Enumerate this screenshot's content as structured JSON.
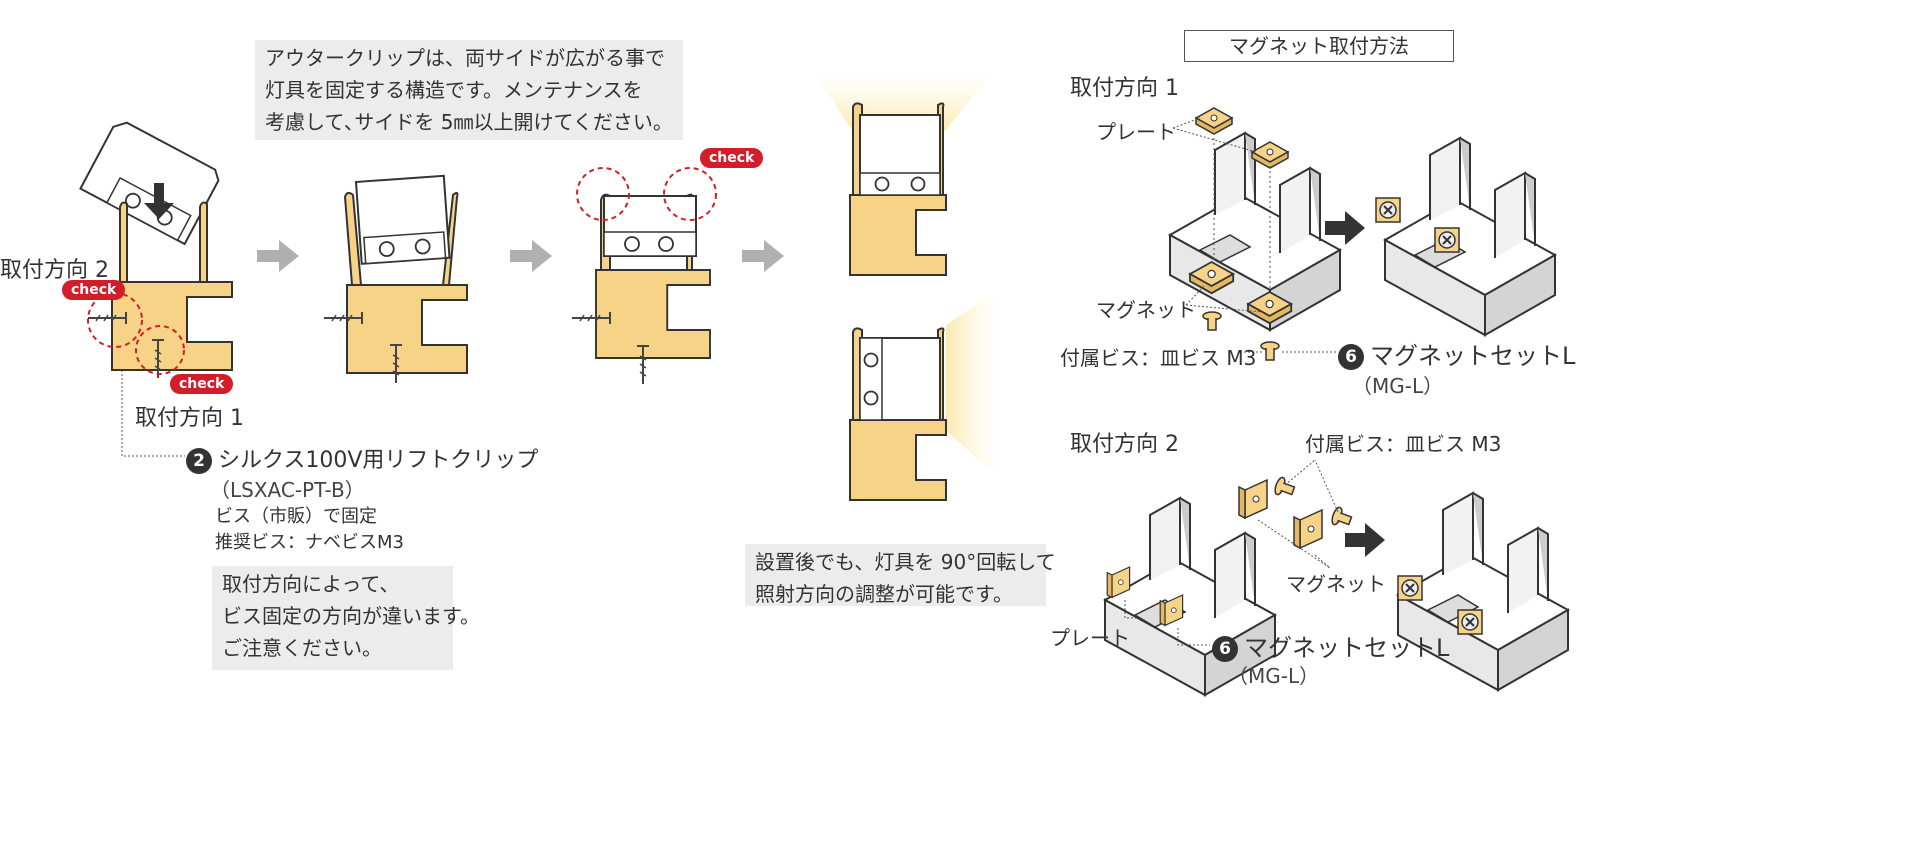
{
  "notes": {
    "clip_note": [
      "アウタークリップは、両サイドが広がる事で",
      "灯具を固定する構造です。メンテナンスを",
      "考慮して､サイドを 5㎜以上開けてください。"
    ],
    "rotate_note": [
      "設置後でも、灯具を 90°回転して",
      "照射方向の調整が可能です。"
    ],
    "direction_note": [
      "取付方向によって、",
      "ビス固定の方向が違います。",
      "ご注意ください。"
    ]
  },
  "labels": {
    "direction_2": "取付方向 2",
    "direction_1": "取付方向 1",
    "check": "check",
    "clip_num": "2",
    "clip_name": "シルクス100V用リフトクリップ",
    "clip_code": "（LSXAC-PT-B）",
    "screw_line1": "ビス（市販）で固定",
    "screw_line2": "推奨ビス：ナベビスM3"
  },
  "magnet": {
    "title": "マグネット取付方法",
    "dir1": "取付方向 1",
    "dir2": "取付方向 2",
    "plate": "プレート",
    "magnet": "マグネット",
    "screw": "付属ビス：皿ビス M3",
    "set_num": "6",
    "set_name": "マグネットセットL",
    "set_code": "（MG-L）"
  },
  "colors": {
    "clip": "#f7d387",
    "check": "#d21e2a",
    "note_bg": "#ececec",
    "arrow": "#b0b0b0",
    "dark_arrow": "#333333"
  }
}
